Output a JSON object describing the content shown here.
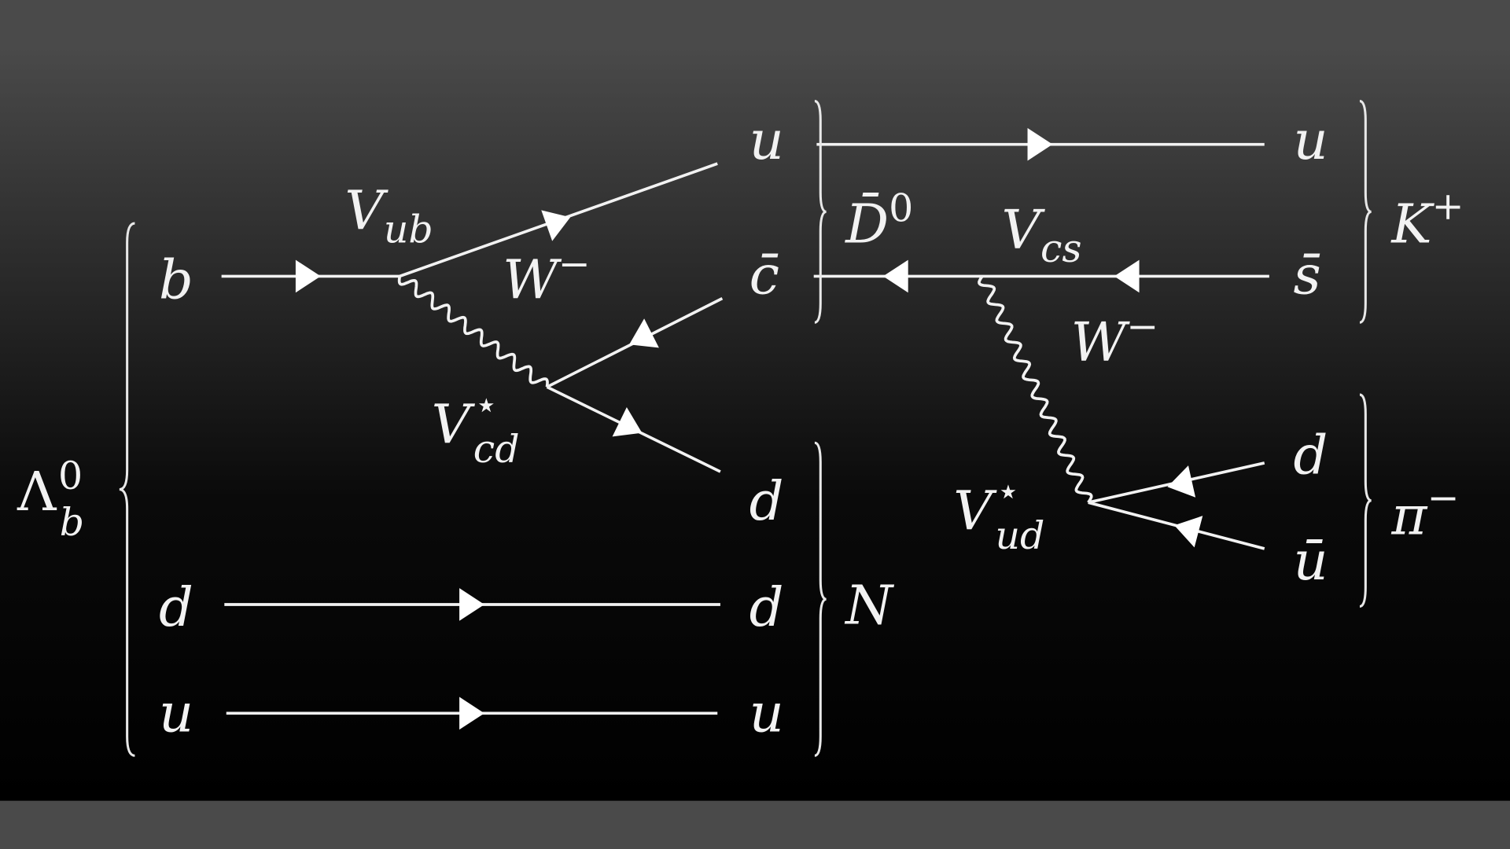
{
  "diagram": {
    "title": "Lambda_b decay Feynman diagram",
    "colors": {
      "background_top": "#4a4a4a",
      "background_bottom": "#000000",
      "ink": "#f2f2f2"
    },
    "initial": {
      "hadron": "Λ",
      "hadron_sub": "b",
      "hadron_sup": "0",
      "quarks": [
        "b",
        "d",
        "u"
      ]
    },
    "vertices": {
      "vub": {
        "main": "V",
        "sub": "ub"
      },
      "vcd": {
        "main": "V",
        "sup": "⋆",
        "sub": "cd"
      },
      "vcs": {
        "main": "V",
        "sub": "cs"
      },
      "vud": {
        "main": "V",
        "sup": "⋆",
        "sub": "ud"
      }
    },
    "bosons": {
      "w1": {
        "main": "W",
        "sup": "−"
      },
      "w2": {
        "main": "W",
        "sup": "−"
      }
    },
    "middle_quarks": {
      "u": "u",
      "cbar": "c̄",
      "d1": "d",
      "d2": "d",
      "u2": "u"
    },
    "dmeson": {
      "main": "D̄",
      "sup": "0"
    },
    "nucleon": "N",
    "kaon": {
      "quarks": [
        "u",
        "s̄"
      ],
      "main": "K",
      "sup": "+"
    },
    "pion": {
      "quarks": [
        "d",
        "ū"
      ],
      "main": "π",
      "sup": "−"
    }
  }
}
